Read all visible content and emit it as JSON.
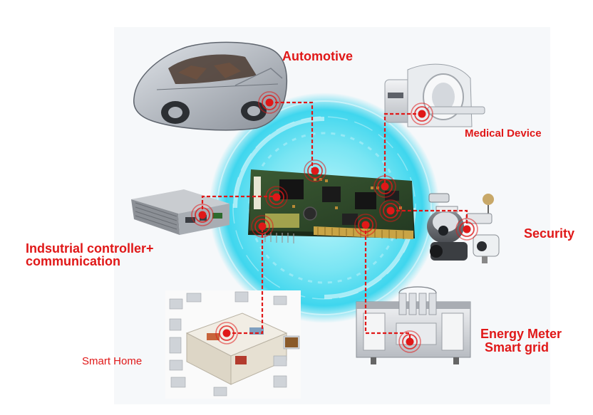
{
  "center": {
    "name": "embedded-circuit-board"
  },
  "applications": {
    "automotive": "Automotive",
    "medical": "Medical Device",
    "security": "Security",
    "industrial_line1": "Indsutrial controller+",
    "industrial_line2": "communication",
    "energy_line1": "Energy Meter",
    "energy_line2": "Smart grid",
    "smart_home": "Smart Home"
  },
  "colors": {
    "accent_red": "#e01818",
    "glow_cyan": "#3fd6ee",
    "board_green": "#2e4a2a",
    "background": "#ffffff"
  },
  "icons": [
    "car-cutaway-icon",
    "mri-scanner-icon",
    "cctv-camera-icon",
    "industrial-controller-icon",
    "smart-meter-rack-icon",
    "smart-home-floorplan-icon",
    "target-marker-icon"
  ]
}
